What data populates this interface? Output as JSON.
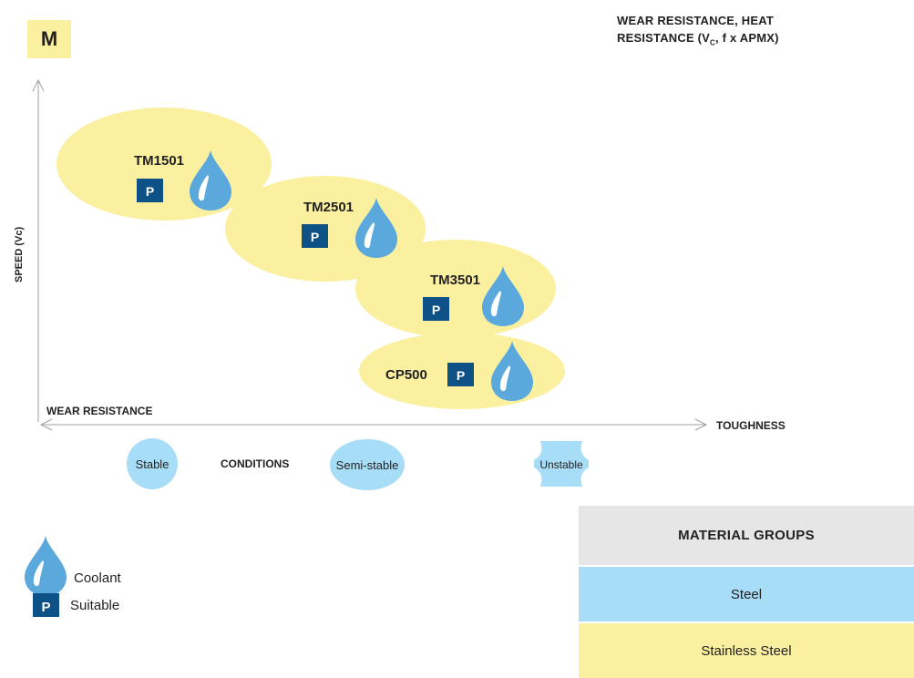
{
  "header": {
    "material_code": "M",
    "title_line1": "WEAR RESISTANCE, HEAT",
    "title_line2_pre": "RESISTANCE (V",
    "title_sub": "C",
    "title_line2_post": ", f x APMX)"
  },
  "axes": {
    "y_label": "SPEED (Vc)",
    "x_left_label": "WEAR RESISTANCE",
    "x_right_label": "TOUGHNESS"
  },
  "grades": [
    {
      "name": "TM1501",
      "suitable": "P",
      "coolant": true
    },
    {
      "name": "TM2501",
      "suitable": "P",
      "coolant": true
    },
    {
      "name": "TM3501",
      "suitable": "P",
      "coolant": true
    },
    {
      "name": "CP500",
      "suitable": "P",
      "coolant": true
    }
  ],
  "conditions": {
    "title": "CONDITIONS",
    "stable": "Stable",
    "semi_stable": "Semi-stable",
    "unstable": "Unstable"
  },
  "legend": {
    "coolant_label": "Coolant",
    "suitable_letter": "P",
    "suitable_label": "Suitable"
  },
  "material_groups": {
    "header": "MATERIAL GROUPS",
    "rows": [
      "Steel",
      "Stainless Steel"
    ]
  },
  "colors": {
    "yellow": "#fbf0a0",
    "blue_light": "#a8ddf7",
    "drop_blue": "#5aa8dc",
    "p_badge": "#0d5186",
    "header_gray": "#e6e6e6"
  }
}
